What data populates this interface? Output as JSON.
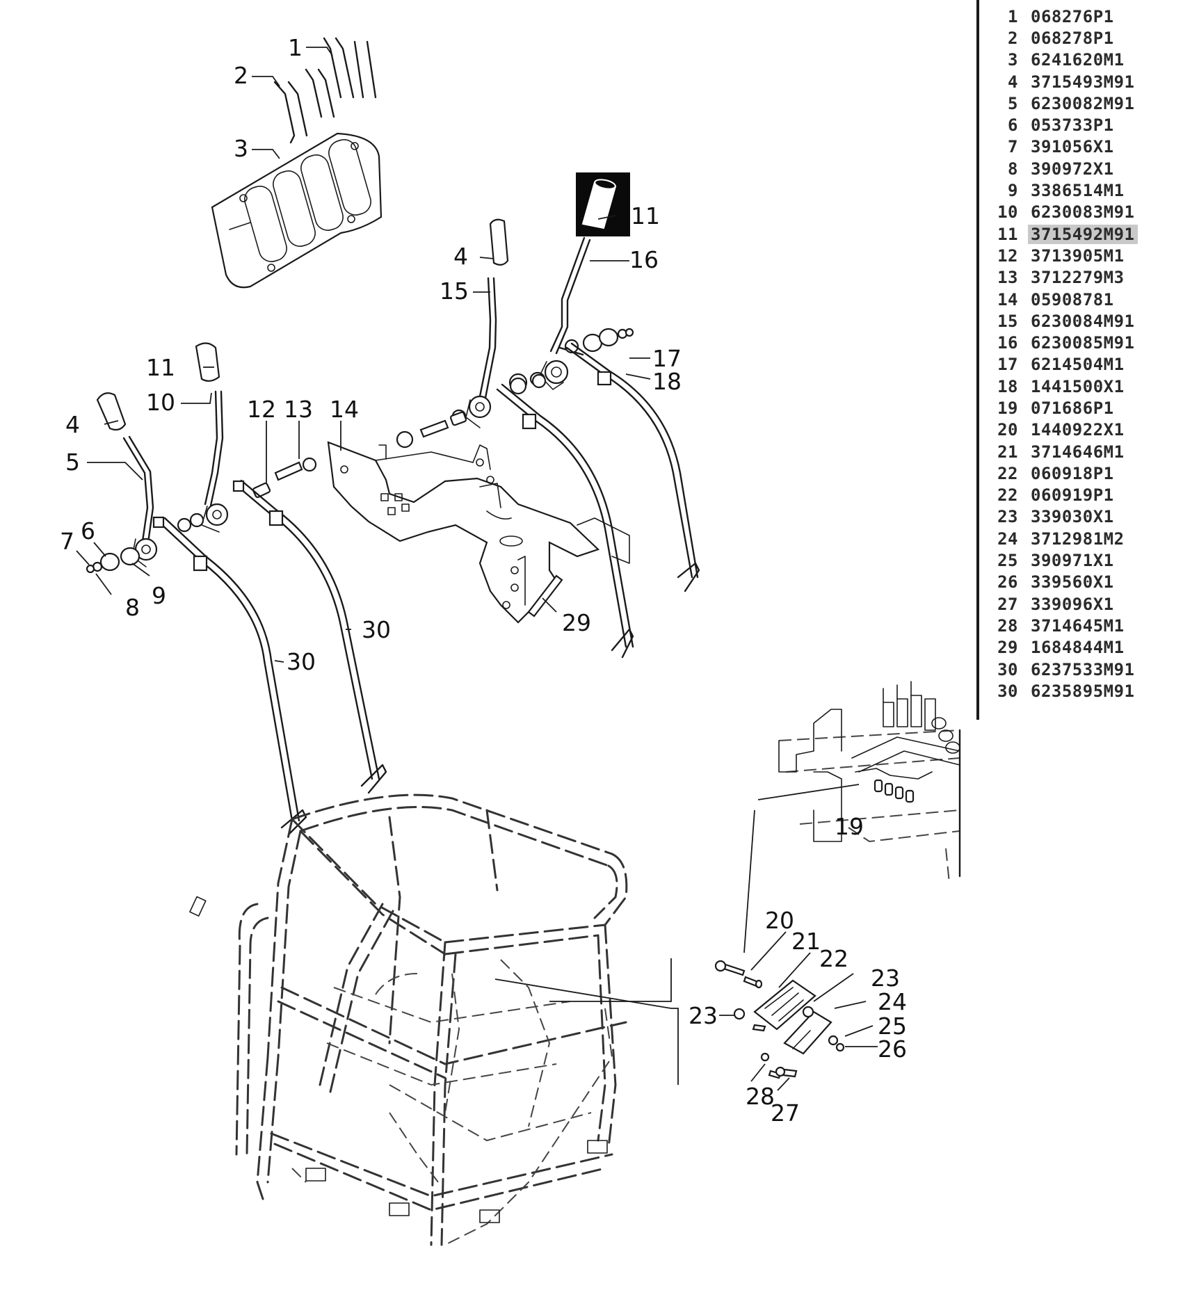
{
  "parts_list": [
    {
      "num": "1",
      "code": "068276P1"
    },
    {
      "num": "2",
      "code": "068278P1"
    },
    {
      "num": "3",
      "code": "6241620M1"
    },
    {
      "num": "4",
      "code": "3715493M91"
    },
    {
      "num": "5",
      "code": "6230082M91"
    },
    {
      "num": "6",
      "code": "053733P1"
    },
    {
      "num": "7",
      "code": "391056X1"
    },
    {
      "num": "8",
      "code": "390972X1"
    },
    {
      "num": "9",
      "code": "3386514M1"
    },
    {
      "num": "10",
      "code": "6230083M91"
    },
    {
      "num": "11",
      "code": "3715492M91",
      "highlighted": true
    },
    {
      "num": "12",
      "code": "3713905M1"
    },
    {
      "num": "13",
      "code": "3712279M3"
    },
    {
      "num": "14",
      "code": "05908781"
    },
    {
      "num": "15",
      "code": "6230084M91"
    },
    {
      "num": "16",
      "code": "6230085M91"
    },
    {
      "num": "17",
      "code": "6214504M1"
    },
    {
      "num": "18",
      "code": "1441500X1"
    },
    {
      "num": "19",
      "code": "071686P1"
    },
    {
      "num": "20",
      "code": "1440922X1"
    },
    {
      "num": "21",
      "code": "3714646M1"
    },
    {
      "num": "22",
      "code": "060918P1"
    },
    {
      "num": "22",
      "code": "060919P1"
    },
    {
      "num": "23",
      "code": "339030X1"
    },
    {
      "num": "24",
      "code": "3712981M2"
    },
    {
      "num": "25",
      "code": "390971X1"
    },
    {
      "num": "26",
      "code": "339560X1"
    },
    {
      "num": "27",
      "code": "339096X1"
    },
    {
      "num": "28",
      "code": "3714645M1"
    },
    {
      "num": "29",
      "code": "1684844M1"
    },
    {
      "num": "30",
      "code": "6237533M91"
    },
    {
      "num": "30",
      "code": "6235895M91"
    }
  ],
  "callouts": {
    "c1": "1",
    "c2": "2",
    "c3": "3",
    "c4a": "4",
    "c4b": "4",
    "c5": "5",
    "c6": "6",
    "c7": "7",
    "c8": "8",
    "c9": "9",
    "c10": "10",
    "c11a": "11",
    "c11b": "11",
    "c12": "12",
    "c13": "13",
    "c14": "14",
    "c15": "15",
    "c16": "16",
    "c17": "17",
    "c18": "18",
    "c19": "19",
    "c20": "20",
    "c21": "21",
    "c22": "22",
    "c23a": "23",
    "c23b": "23",
    "c24": "24",
    "c25": "25",
    "c26": "26",
    "c27": "27",
    "c28": "28",
    "c29": "29",
    "c30a": "30",
    "c30b": "30"
  },
  "highlight_color": "#c9c9c9"
}
